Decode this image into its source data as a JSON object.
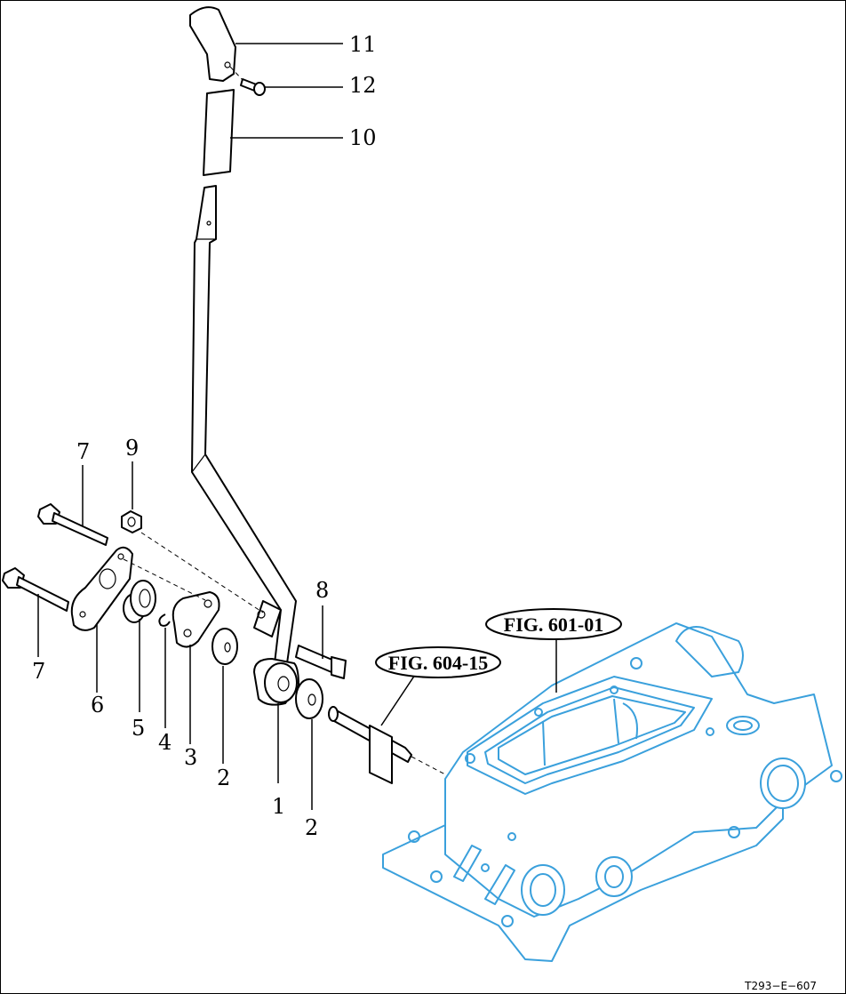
{
  "callouts": {
    "c1": "1",
    "c2a": "2",
    "c2b": "2",
    "c3": "3",
    "c4": "4",
    "c5": "5",
    "c6": "6",
    "c7a": "7",
    "c7b": "7",
    "c8": "8",
    "c9": "9",
    "c10": "10",
    "c11": "11",
    "c12": "12"
  },
  "references": {
    "fig_604_15": "FIG. 604-15",
    "fig_601_01": "FIG. 601-01"
  },
  "drawing_id": "T293−E−607",
  "colors": {
    "line": "#000000",
    "reference_assembly": "#3aa0dc",
    "background": "#ffffff"
  }
}
